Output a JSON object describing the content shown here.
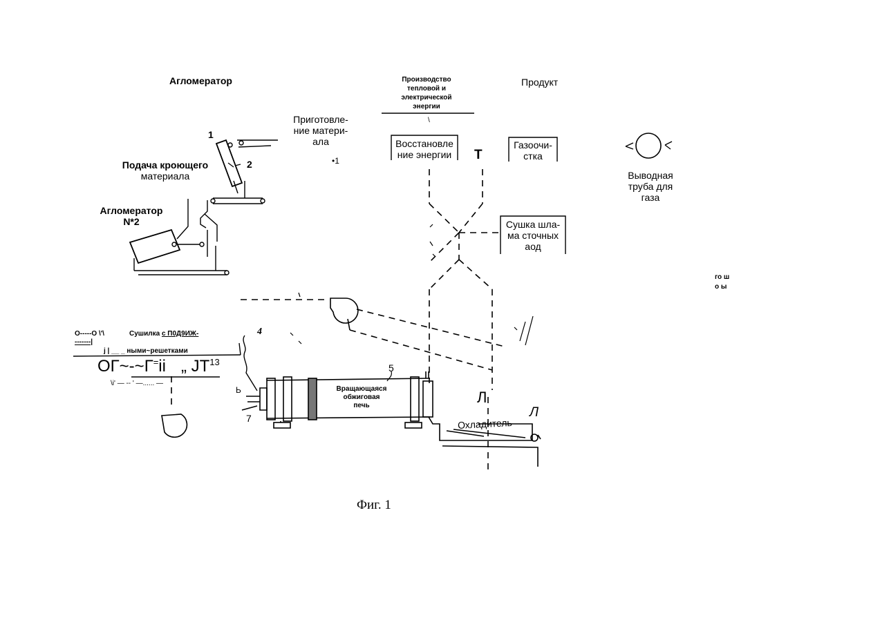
{
  "labels": {
    "agglomerator": "Агломератор",
    "coating_feed_1": "Подача кроющего",
    "coating_feed_2": "материала",
    "agglomerator2_1": "Агломератор",
    "agglomerator2_2": "N*2",
    "prep_1": "Приготовле-",
    "prep_2": "ние матери-",
    "prep_3": "ала",
    "prep_mark": "•1",
    "power_1": "Производство",
    "power_2": "тепловой и",
    "power_3": "электрической",
    "power_4": "энергии",
    "power_mark": "\\",
    "energy_1": "Восстановле",
    "energy_2": "ние энергии",
    "t_mark": "T",
    "product": "Продукт",
    "gas_clean_1": "Газоочи-",
    "gas_clean_2": "стка",
    "exhaust_1": "Выводная",
    "exhaust_2": "труба для",
    "exhaust_3": "газа",
    "sludge_1": "Сушка шла-",
    "sludge_2": "ма сточных",
    "sludge_3": "аод",
    "side_1": "го ш",
    "side_2": "о ы",
    "dryer_left": "О-----О \\'\\",
    "dryer_dash": "-------|",
    "dryer_title_prefix": "Сушилка ",
    "dryer_title_u": "с П0Д9ИЖ-",
    "dryer_line2": "j |  __  _ ными~решетками",
    "garble_big": "ОГ~-~Г",
    "garble_sup": "=",
    "garble_ii": "ii",
    "garble_jt": "„ JT",
    "garble_13": "13",
    "garble_under": "\\i' — --              '            —...... —",
    "kiln_1": "Вращающаяся",
    "kiln_2": "обжиговая",
    "kiln_3": "печь",
    "cooler": "Охладитель",
    "l_mark1": "Л",
    "l_mark2": "Л",
    "n1": "1",
    "n2": "2",
    "n4": "4",
    "n5": "5",
    "n6": "Ь",
    "n7": "7",
    "caption": "Фиг. 1"
  }
}
